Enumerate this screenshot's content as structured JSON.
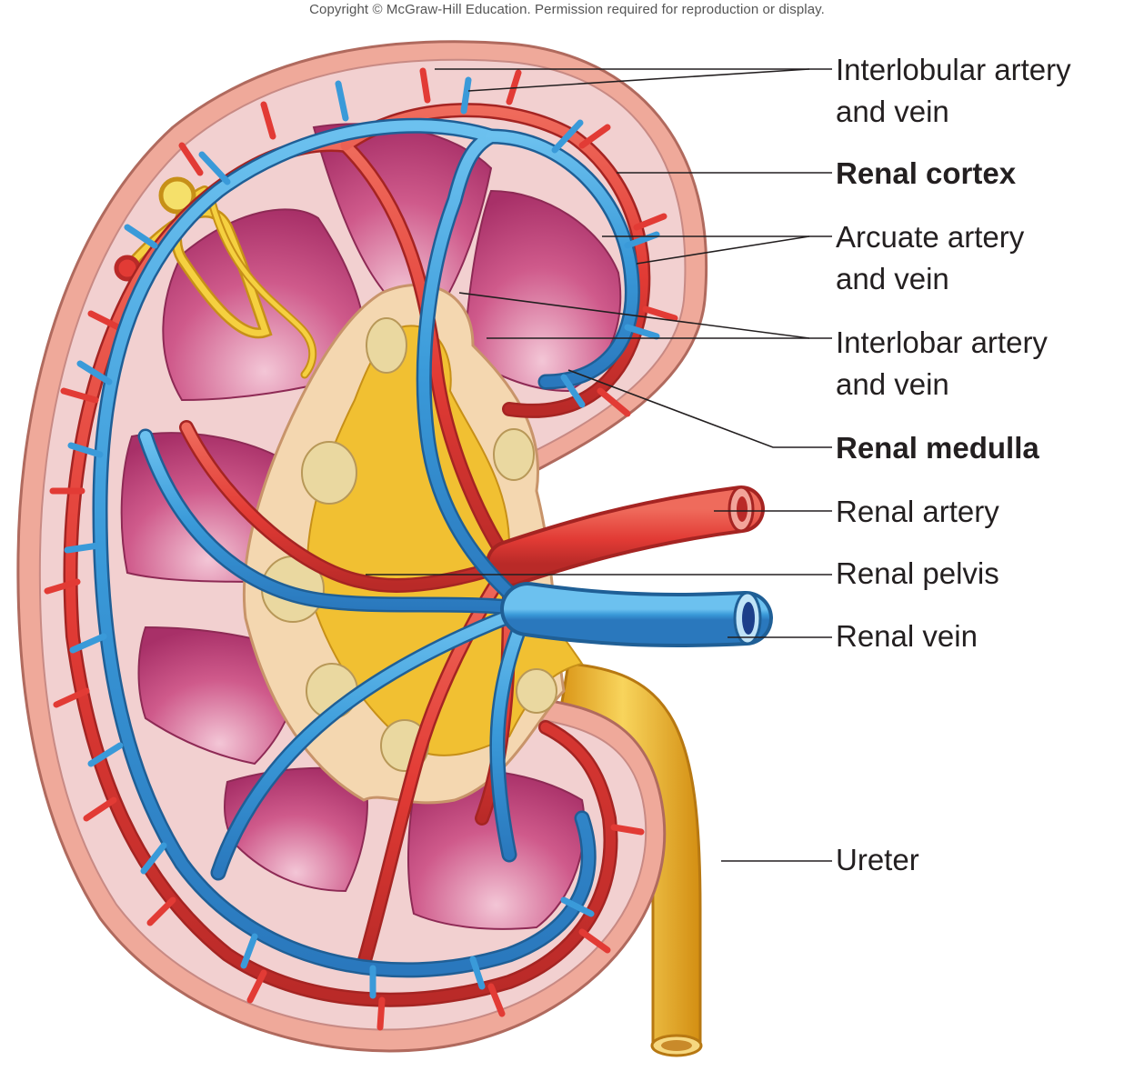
{
  "copyright": "Copyright © McGraw-Hill Education. Permission required for reproduction or display.",
  "labels": {
    "interlobular": [
      "Interlobular artery",
      "and vein"
    ],
    "cortex": "Renal cortex",
    "arcuate": [
      "Arcuate artery",
      "and vein"
    ],
    "interlobar": [
      "Interlobar artery",
      "and vein"
    ],
    "medulla": "Renal medulla",
    "renal_artery": "Renal artery",
    "renal_pelvis": "Renal pelvis",
    "renal_vein": "Renal vein",
    "ureter": "Ureter"
  },
  "colors": {
    "capsule": "#efa99a",
    "cortex": "#f2d0d0",
    "medulla": "#c2467a",
    "pelvis": "#f1c032",
    "artery": "#e23b35",
    "vein": "#3a9ad9",
    "ureter": "#f0b12a",
    "nephron": "#f5d040",
    "fat": "#ead8a0"
  }
}
